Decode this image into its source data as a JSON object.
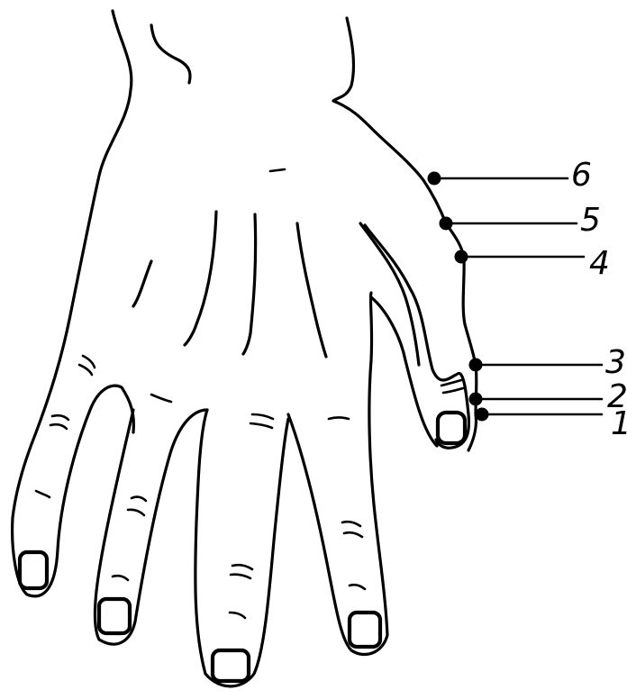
{
  "points": [
    {
      "label": "1"
    },
    {
      "label": "2"
    },
    {
      "label": "3"
    },
    {
      "label": "4"
    },
    {
      "label": "5"
    },
    {
      "label": "6"
    }
  ]
}
